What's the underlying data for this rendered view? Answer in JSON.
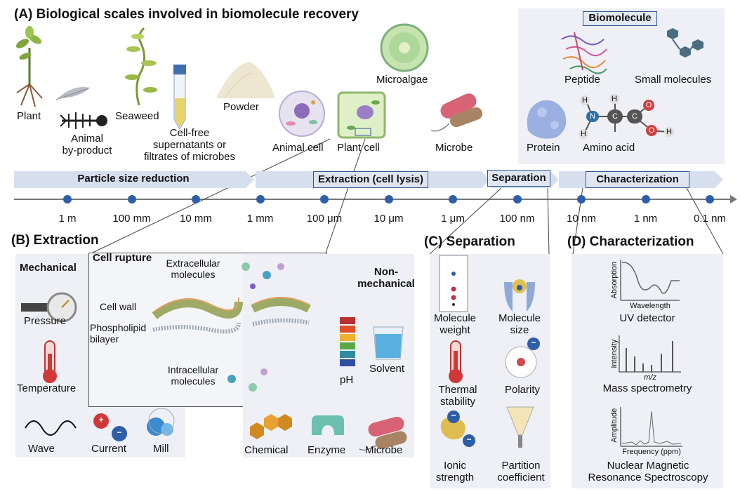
{
  "panel_a": {
    "title": "(A) Biological scales involved in biomolecule recovery",
    "sources": {
      "plant": "Plant",
      "animal_byproduct": "Animal\nby-product",
      "seaweed": "Seaweed",
      "cellfree": "Cell-free\nsupernatants or\nfiltrates of microbes",
      "powder": "Powder",
      "animal_cell": "Animal cell",
      "plant_cell": "Plant cell",
      "microalgae": "Microalgae",
      "microbe": "Microbe"
    },
    "biomolecule_box": {
      "title": "Biomolecule",
      "peptide": "Peptide",
      "small_molecules": "Small molecules",
      "protein": "Protein",
      "amino_acid": "Amino acid",
      "atoms": {
        "h": "H",
        "n": "N",
        "c": "C",
        "o": "O"
      }
    },
    "stages": {
      "particle_size_reduction": "Particle size reduction",
      "extraction": "Extraction (cell lysis)",
      "separation": "Separation",
      "characterization": "Characterization"
    },
    "scale_ticks": [
      "1 m",
      "100 mm",
      "10 mm",
      "1 mm",
      "100 μm",
      "10 μm",
      "1 μm",
      "100 nm",
      "10 nm",
      "1 nm",
      "0.1 nm"
    ]
  },
  "panel_b": {
    "title": "(B) Extraction",
    "mechanical": {
      "title": "Mechanical",
      "pressure": "Pressure",
      "temperature": "Temperature",
      "wave": "Wave",
      "current": "Current",
      "mill": "Mill",
      "plus": "+",
      "minus": "−"
    },
    "cell_rupture": {
      "title": "Cell rupture",
      "extracellular": "Extracellular\nmolecules",
      "cell_wall": "Cell wall",
      "phospholipid": "Phospholipid\nbilayer",
      "intracellular": "Intracellular\nmolecules"
    },
    "non_mechanical": {
      "title": "Non-\nmechanical",
      "ph": "pH",
      "solvent": "Solvent",
      "chemical": "Chemical",
      "enzyme": "Enzyme",
      "microbe": "Microbe"
    }
  },
  "panel_c": {
    "title": "(C) Separation",
    "molecule_weight": "Molecule\nweight",
    "molecule_size": "Molecule\nsize",
    "thermal_stability": "Thermal\nstability",
    "polarity": "Polarity",
    "ionic_strength": "Ionic\nstrength",
    "partition_coefficient": "Partition\ncoefficient",
    "minus": "−"
  },
  "panel_d": {
    "title": "(D) Characterization",
    "uv": {
      "ylabel": "Absorption",
      "xlabel": "Wavelength",
      "name": "UV detector"
    },
    "ms": {
      "ylabel": "Intensity",
      "xlabel": "m/z",
      "name": "Mass spectrometry"
    },
    "nmr": {
      "ylabel": "Amplitude",
      "xlabel": "Frequency (ppm)",
      "name": "Nuclear Magnetic\nResonance Spectroscopy"
    }
  },
  "colors": {
    "accent_blue": "#2f5597",
    "dot_blue": "#2e5ea8",
    "stage_bar": "#d6dfee",
    "panel_bg": "#eef0f5"
  }
}
